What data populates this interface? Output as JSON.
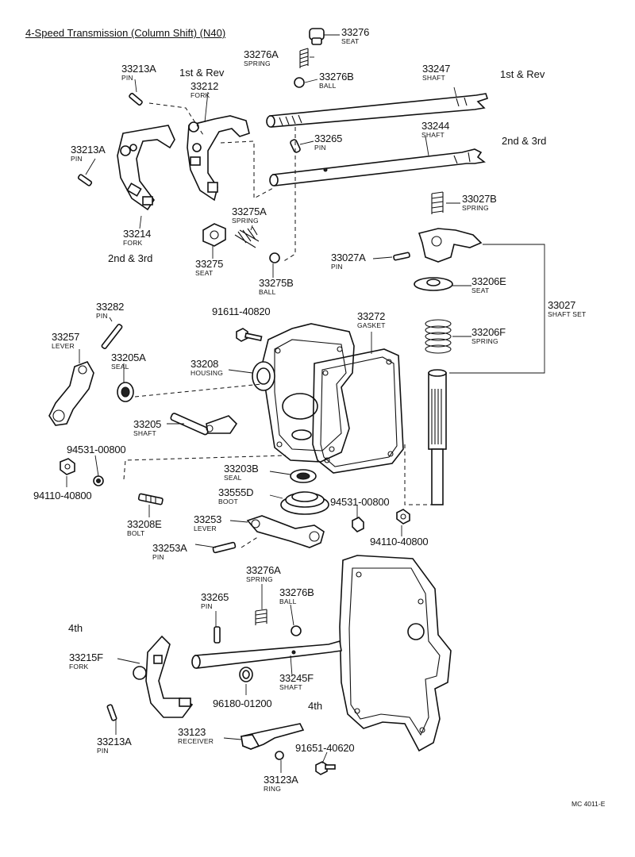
{
  "title": "4-Speed Transmission (Column Shift) (N40)",
  "code": "MC 4011-E",
  "captions": {
    "rev_1st_fork": "1st & Rev",
    "rev_1st_shaft": "1st & Rev",
    "fork_2nd3rd_top": "2nd & 3rd",
    "fork_2nd3rd": "2nd & 3rd",
    "fourth_fork": "4th",
    "fourth_shaft": "4th"
  },
  "parts": {
    "p33276": {
      "number": "33276",
      "name": "SEAT"
    },
    "p33276a_top": {
      "number": "33276A",
      "name": "SPRING"
    },
    "p33276b_top": {
      "number": "33276B",
      "name": "BALL"
    },
    "p33247": {
      "number": "33247",
      "name": "SHAFT"
    },
    "p33213a_top": {
      "number": "33213A",
      "name": "PIN"
    },
    "p33212": {
      "number": "33212",
      "name": "FORK"
    },
    "p33213a_left": {
      "number": "33213A",
      "name": "PIN"
    },
    "p33265_top": {
      "number": "33265",
      "name": "PIN"
    },
    "p33244": {
      "number": "33244",
      "name": "SHAFT"
    },
    "p33214": {
      "number": "33214",
      "name": "FORK"
    },
    "p33275a": {
      "number": "33275A",
      "name": "SPRING"
    },
    "p33275": {
      "number": "33275",
      "name": "SEAT"
    },
    "p33275b": {
      "number": "33275B",
      "name": "BALL"
    },
    "p33027b": {
      "number": "33027B",
      "name": "SPRING"
    },
    "p33027a": {
      "number": "33027A",
      "name": "PIN"
    },
    "p33206e": {
      "number": "33206E",
      "name": "SEAT"
    },
    "p33027": {
      "number": "33027",
      "name": "SHAFT SET"
    },
    "p33206f": {
      "number": "33206F",
      "name": "SPRING"
    },
    "p33282": {
      "number": "33282",
      "name": "PIN"
    },
    "p91611": {
      "number": "91611-40820",
      "name": ""
    },
    "p33272": {
      "number": "33272",
      "name": "GASKET"
    },
    "p33257": {
      "number": "33257",
      "name": "LEVER"
    },
    "p33205a": {
      "number": "33205A",
      "name": "SEAL"
    },
    "p33208": {
      "number": "33208",
      "name": "HOUSING"
    },
    "p33205": {
      "number": "33205",
      "name": "SHAFT"
    },
    "p94531_left": {
      "number": "94531-00800",
      "name": ""
    },
    "p94110_left": {
      "number": "94110-40800",
      "name": ""
    },
    "p33203b": {
      "number": "33203B",
      "name": "SEAL"
    },
    "p33555d": {
      "number": "33555D",
      "name": "BOOT"
    },
    "p94531_right": {
      "number": "94531-00800",
      "name": ""
    },
    "p33208e": {
      "number": "33208E",
      "name": "BOLT"
    },
    "p33253": {
      "number": "33253",
      "name": "LEVER"
    },
    "p94110_right": {
      "number": "94110-40800",
      "name": ""
    },
    "p33253a": {
      "number": "33253A",
      "name": "PIN"
    },
    "p33276a_low": {
      "number": "33276A",
      "name": "SPRING"
    },
    "p33265_low": {
      "number": "33265",
      "name": "PIN"
    },
    "p33276b_low": {
      "number": "33276B",
      "name": "BALL"
    },
    "p33215f": {
      "number": "33215F",
      "name": "FORK"
    },
    "p33245f": {
      "number": "33245F",
      "name": "SHAFT"
    },
    "p96180": {
      "number": "96180-01200",
      "name": ""
    },
    "p33213a_low": {
      "number": "33213A",
      "name": "PIN"
    },
    "p33123": {
      "number": "33123",
      "name": "RECEIVER"
    },
    "p91651": {
      "number": "91651-40620",
      "name": ""
    },
    "p33123a": {
      "number": "33123A",
      "name": "RING"
    }
  }
}
